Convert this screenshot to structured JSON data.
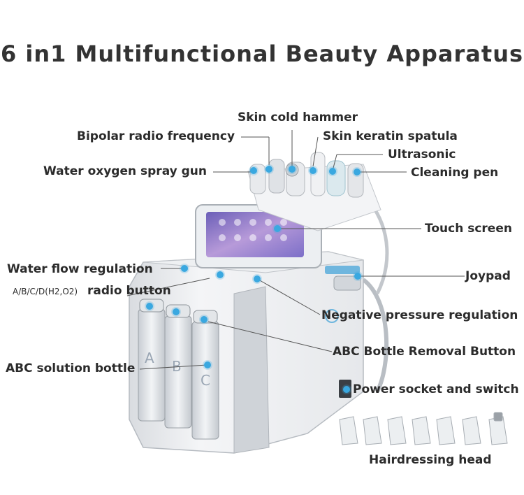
{
  "title": "6 in1 Multifunctional Beauty Apparatus",
  "labels": {
    "skin_cold_hammer": "Skin cold hammer",
    "bipolar_rf": "Bipolar radio frequency",
    "skin_keratin_spatula": "Skin keratin spatula",
    "ultrasonic": "Ultrasonic",
    "water_oxygen_spray_gun": "Water oxygen spray gun",
    "cleaning_pen": "Cleaning pen",
    "touch_screen": "Touch screen",
    "water_flow_regulation": "Water flow regulation",
    "joypad": "Joypad",
    "radio_button_prefix": "A/B/C/D(H2,O2)",
    "radio_button": "radio button",
    "negative_pressure": "Negative pressure regulation",
    "abc_removal": "ABC Bottle Removal Button",
    "abc_solution": "ABC solution bottle",
    "power_socket": "Power socket and switch",
    "hairdressing_head": "Hairdressing head"
  },
  "bottles": [
    "A",
    "B",
    "C"
  ],
  "colors": {
    "accent": "#3aa8e0",
    "line": "#555555",
    "text": "#2b2b2b"
  }
}
